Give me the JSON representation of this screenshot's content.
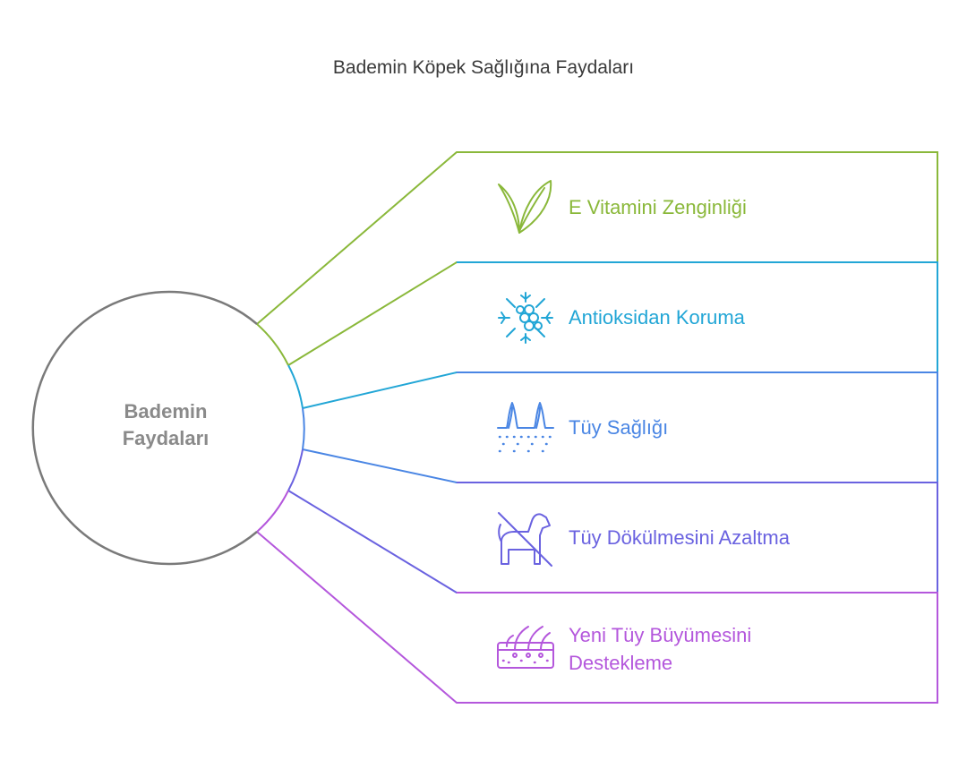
{
  "title": "Bademin Köpek Sağlığına Faydaları",
  "center": {
    "line1": "Bademin",
    "line2": "Faydaları"
  },
  "colors": {
    "green": "#8ab83a",
    "cyan": "#22a6d6",
    "blue": "#4a86e4",
    "indigo": "#6a62e0",
    "purple": "#b457dc",
    "circle": "#7a7a7a",
    "center_text": "#8a8a8a"
  },
  "items": [
    {
      "label_line1": "E Vitamini Zenginliği",
      "label_line2": "",
      "icon": "leaf-icon",
      "color": "#8ab83a"
    },
    {
      "label_line1": "Antioksidan Koruma",
      "label_line2": "",
      "icon": "snowflake-molecule-icon",
      "color": "#22a6d6"
    },
    {
      "label_line1": "Tüy Sağlığı",
      "label_line2": "",
      "icon": "hair-follicle-icon",
      "color": "#4a86e4"
    },
    {
      "label_line1": "Tüy Dökülmesini Azaltma",
      "label_line2": "",
      "icon": "no-dog-icon",
      "color": "#6a62e0"
    },
    {
      "label_line1": "Yeni Tüy Büyümesini",
      "label_line2": "Destekleme",
      "icon": "skin-hair-growth-icon",
      "color": "#b457dc"
    }
  ]
}
